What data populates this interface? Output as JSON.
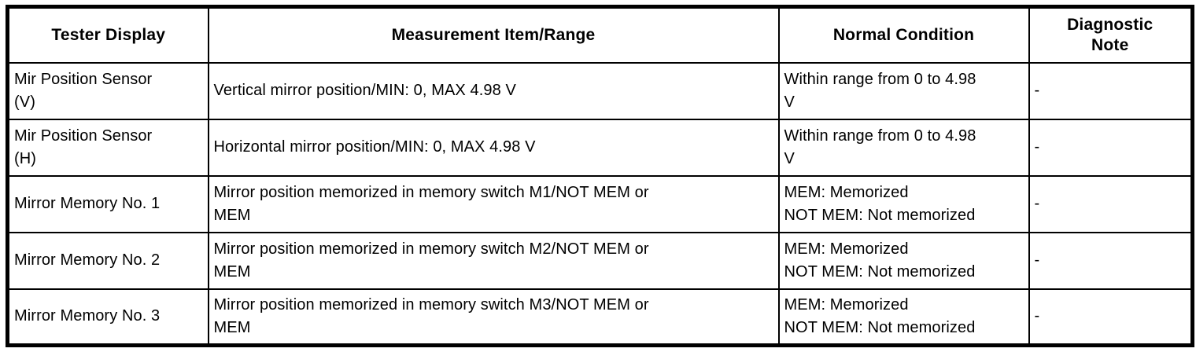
{
  "table": {
    "headers": {
      "tester_display": "Tester Display",
      "measurement_item_range": "Measurement Item/Range",
      "normal_condition": "Normal Condition",
      "diagnostic_note": "Diagnostic\nNote"
    },
    "rows": [
      {
        "tester_display": "Mir Position Sensor\n(V)",
        "measurement_item_range": "Vertical mirror position/MIN: 0, MAX 4.98 V",
        "normal_condition": "Within range from 0 to 4.98\nV",
        "diagnostic_note": "-"
      },
      {
        "tester_display": "Mir Position Sensor\n(H)",
        "measurement_item_range": "Horizontal mirror position/MIN: 0, MAX 4.98 V",
        "normal_condition": "Within range from 0 to 4.98\nV",
        "diagnostic_note": "-"
      },
      {
        "tester_display": "Mirror Memory No. 1",
        "measurement_item_range": "Mirror position memorized in memory switch M1/NOT MEM or\nMEM",
        "normal_condition": "MEM: Memorized\nNOT MEM: Not memorized",
        "diagnostic_note": "-"
      },
      {
        "tester_display": "Mirror Memory No. 2",
        "measurement_item_range": "Mirror position memorized in memory switch M2/NOT MEM or\nMEM",
        "normal_condition": "MEM: Memorized\nNOT MEM: Not memorized",
        "diagnostic_note": "-"
      },
      {
        "tester_display": "Mirror Memory No. 3",
        "measurement_item_range": "Mirror position memorized in memory switch M3/NOT MEM or\nMEM",
        "normal_condition": "MEM: Memorized\nNOT MEM: Not memorized",
        "diagnostic_note": "-"
      }
    ]
  }
}
